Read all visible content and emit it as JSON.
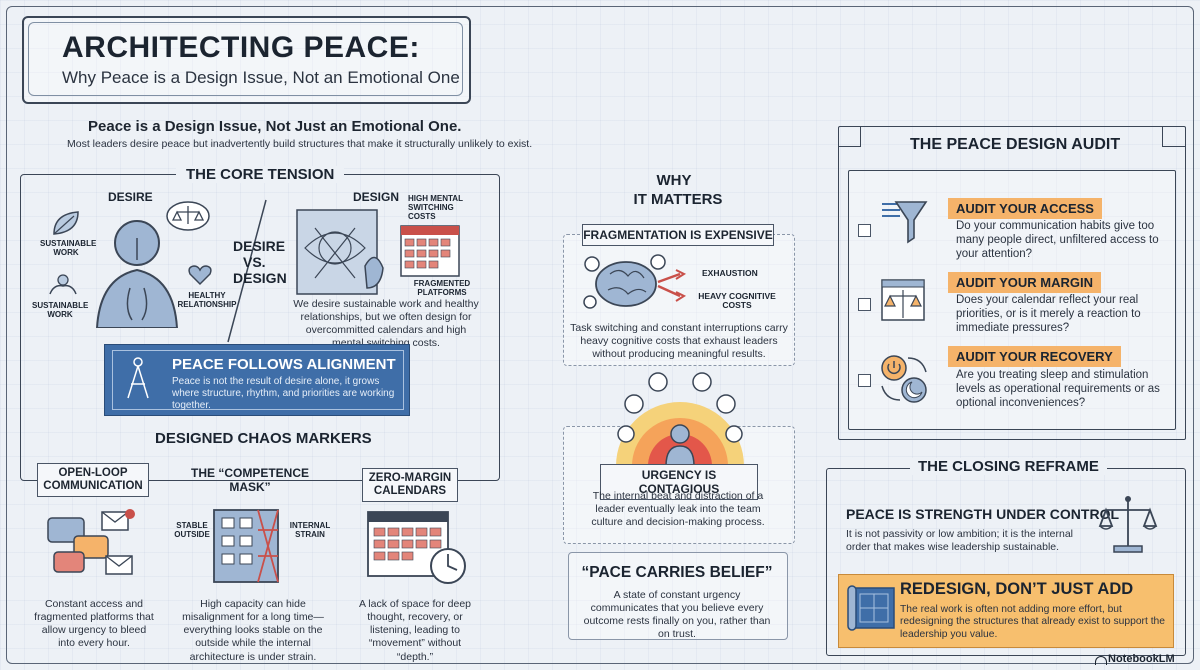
{
  "header": {
    "title": "ARCHITECTING PEACE:",
    "subtitle": "Why Peace is a Design Issue, Not an Emotional One"
  },
  "intro": {
    "headline": "Peace is a Design Issue, Not Just an Emotional One.",
    "body": "Most leaders desire peace but inadvertently build structures that make it structurally unlikely to exist."
  },
  "core_tension": {
    "title": "THE CORE TENSION",
    "desire_label": "DESIRE",
    "design_label": "DESIGN",
    "vs_label_1": "DESIRE",
    "vs_label_2": "VS.",
    "vs_label_3": "DESIGN",
    "sustainable_work_1": "SUSTAINABLE WORK",
    "sustainable_work_2": "SUSTAINABLE WORK",
    "healthy_relationship": "HEALTHY RELATIONSHIP",
    "high_mental": "HIGH MENTAL SWITCHING COSTS",
    "fragmented": "FRAGMENTED PLATFORMS",
    "body": "We desire sustainable work and healthy relationships, but we often design for overcommitted calendars and high mental switching costs."
  },
  "alignment": {
    "title": "PEACE FOLLOWS ALIGNMENT",
    "body": "Peace is not the result of desire alone, it grows where structure, rhythm, and priorities are working together."
  },
  "chaos": {
    "title": "DESIGNED CHAOS MARKERS",
    "markers": [
      {
        "title": "OPEN-LOOP COMMUNICATION",
        "body": "Constant access and fragmented platforms that allow urgency to bleed into every hour."
      },
      {
        "title": "THE “COMPETENCE MASK”",
        "body": "High capacity can hide misalignment for a long time—everything looks stable on the outside while the internal architecture is under strain.",
        "label_left": "STABLE OUTSIDE",
        "label_right": "INTERNAL STRAIN"
      },
      {
        "title": "ZERO-MARGIN CALENDARS",
        "body": "A lack of space for deep thought, recovery, or listening, leading to “movement” without “depth.”"
      }
    ]
  },
  "why": {
    "title_1": "WHY",
    "title_2": "IT MATTERS",
    "frag_title": "FRAGMENTATION IS EXPENSIVE",
    "exhaustion": "EXHAUSTION",
    "heavy": "HEAVY COGNITIVE COSTS",
    "frag_body": "Task switching and constant interruptions carry heavy cognitive costs that exhaust leaders without producing meaningful results.",
    "urgency_title": "URGENCY IS CONTAGIOUS",
    "urgency_body": "The internal beat and distraction of a leader eventually leak into the team culture and decision-making process.",
    "pace_title": "“PACE CARRIES BELIEF”",
    "pace_body": "A state of constant urgency communicates that you believe every outcome rests finally on you, rather than on trust."
  },
  "audit": {
    "title": "THE PEACE DESIGN AUDIT",
    "items": [
      {
        "title": "AUDIT YOUR ACCESS",
        "body": "Do your communication habits give too many people direct, unfiltered access to your attention?"
      },
      {
        "title": "AUDIT YOUR MARGIN",
        "body": "Does your calendar reflect your real priorities, or is it merely a reaction to immediate pressures?"
      },
      {
        "title": "AUDIT YOUR RECOVERY",
        "body": "Are you treating sleep and stimulation levels as operational requirements or as optional inconveniences?"
      }
    ]
  },
  "reframe": {
    "title": "THE CLOSING REFRAME",
    "strength_title": "PEACE IS STRENGTH UNDER CONTROL",
    "strength_body": "It is not passivity or low ambition; it is the internal order that makes wise leadership sustainable.",
    "redesign_title": "REDESIGN, DON’T JUST ADD",
    "redesign_body": "The real work is often not adding more effort, but redesigning the structures that already exist to support the leadership you value."
  },
  "footer": {
    "brand": "NotebookLM"
  },
  "colors": {
    "accent_blue": "#3f6ea8",
    "accent_orange": "#f5b36a",
    "ink": "#1b2430",
    "red": "#c9504a"
  }
}
